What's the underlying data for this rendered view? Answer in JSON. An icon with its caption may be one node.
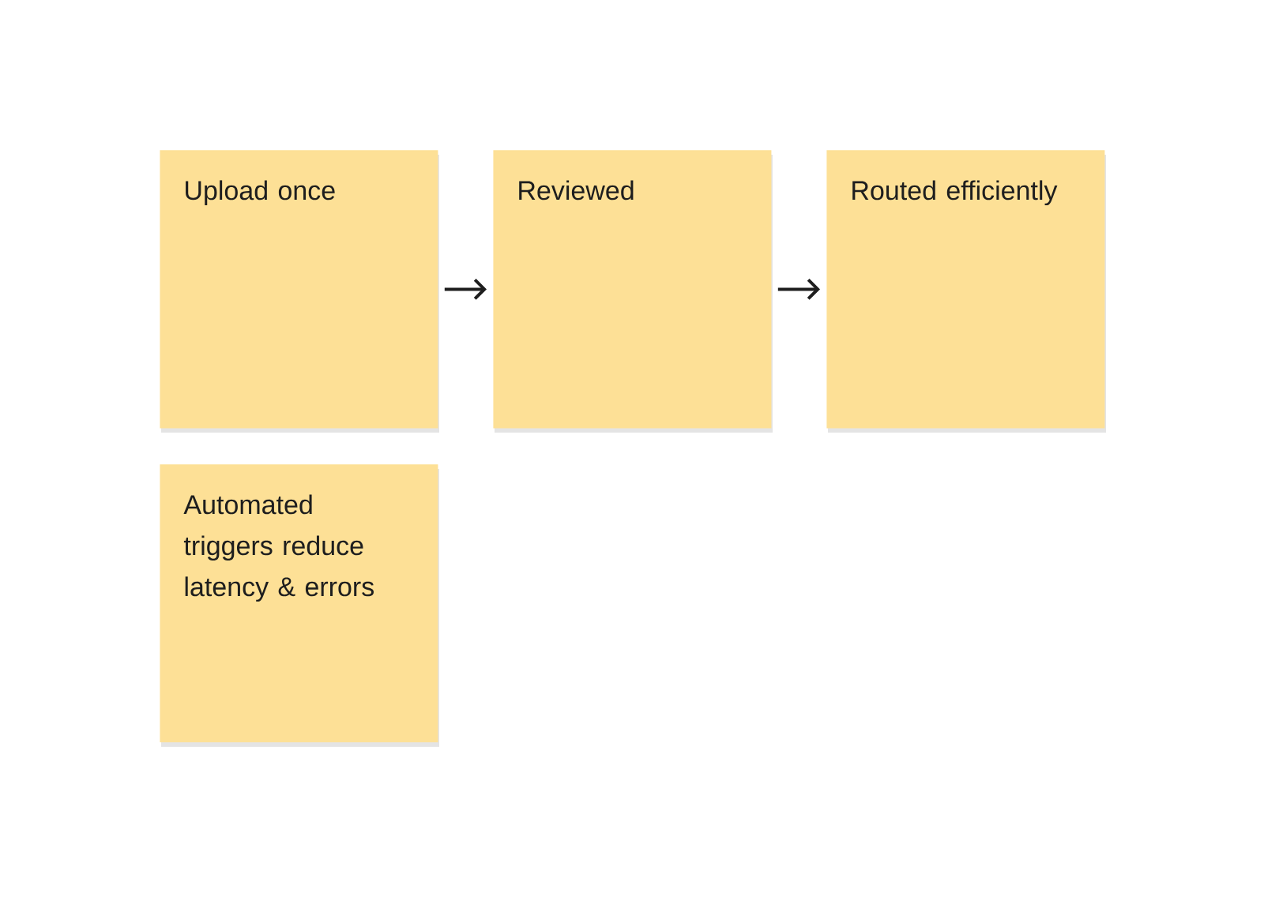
{
  "diagram": {
    "nodes": [
      {
        "text": [
          "Upload once"
        ]
      },
      {
        "text": [
          "Reviewed"
        ]
      },
      {
        "text": [
          "Routed efficiently"
        ]
      },
      {
        "text": [
          "Automated triggers reduce latency & errors"
        ]
      }
    ],
    "edges": [
      {
        "from": 0,
        "to": 1,
        "arrow": "to"
      },
      {
        "from": 1,
        "to": 2,
        "arrow": "to"
      }
    ]
  }
}
